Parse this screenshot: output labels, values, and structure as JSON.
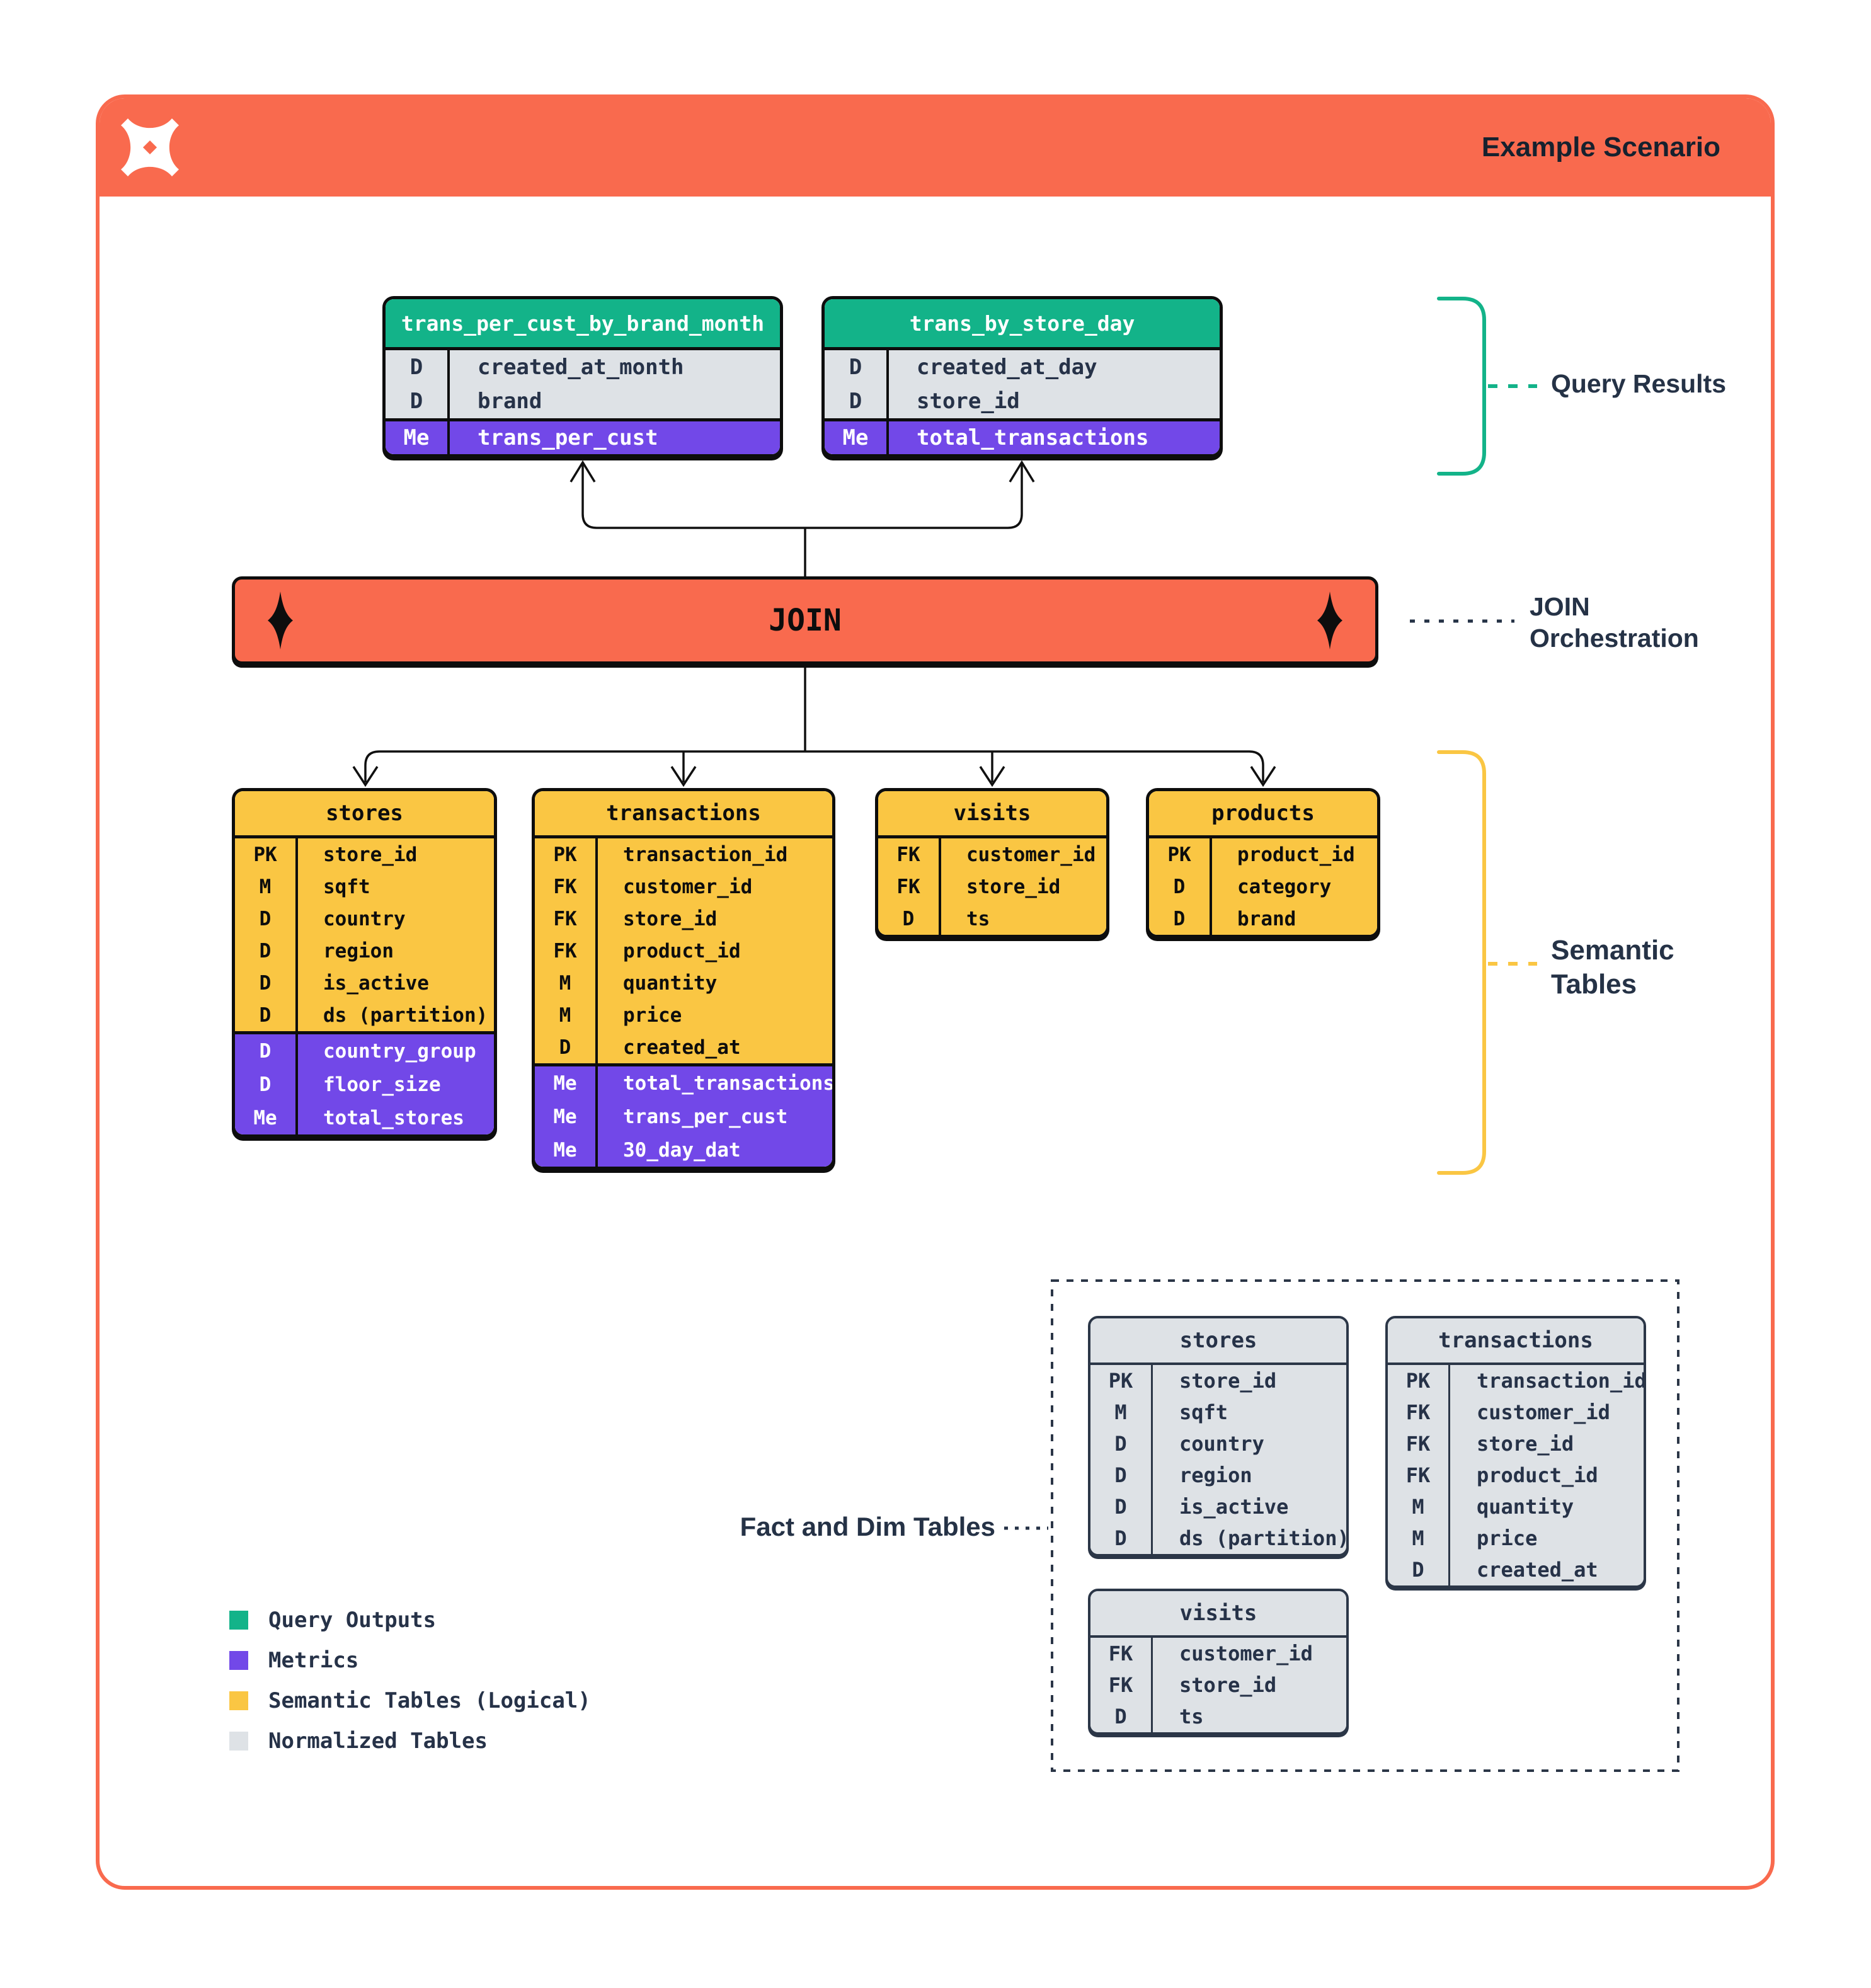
{
  "colors": {
    "orange": "#F96A4E",
    "green": "#13B389",
    "purple": "#7248E8",
    "yellow": "#FAC643",
    "graylight": "#DEE2E6",
    "navy": "#263248",
    "black": "#0D0D0D"
  },
  "header": {
    "title": "Example Scenario",
    "logo": "dremio-mark-icon"
  },
  "join": {
    "label": "JOIN"
  },
  "annotations": {
    "query_results": "Query Results",
    "join_orchestration": "JOIN\nOrchestration",
    "semantic_tables": "Semantic\nTables",
    "fact_dim_tables": "Fact and Dim Tables"
  },
  "query_output_tables": [
    {
      "title": "trans_per_cust_by_brand_month",
      "fields": [
        [
          "D",
          "created_at_month"
        ],
        [
          "D",
          "brand"
        ]
      ],
      "metrics": [
        [
          "Me",
          "trans_per_cust"
        ]
      ]
    },
    {
      "title": "trans_by_store_day",
      "fields": [
        [
          "D",
          "created_at_day"
        ],
        [
          "D",
          "store_id"
        ]
      ],
      "metrics": [
        [
          "Me",
          "total_transactions"
        ]
      ]
    }
  ],
  "semantic_tables": [
    {
      "title": "stores",
      "fields": [
        [
          "PK",
          "store_id"
        ],
        [
          "M",
          "sqft"
        ],
        [
          "D",
          "country"
        ],
        [
          "D",
          "region"
        ],
        [
          "D",
          "is_active"
        ],
        [
          "D",
          "ds (partition)"
        ]
      ],
      "metrics": [
        [
          "D",
          "country_group"
        ],
        [
          "D",
          "floor_size"
        ],
        [
          "Me",
          "total_stores"
        ]
      ]
    },
    {
      "title": "transactions",
      "fields": [
        [
          "PK",
          "transaction_id"
        ],
        [
          "FK",
          "customer_id"
        ],
        [
          "FK",
          "store_id"
        ],
        [
          "FK",
          "product_id"
        ],
        [
          "M",
          "quantity"
        ],
        [
          "M",
          "price"
        ],
        [
          "D",
          "created_at"
        ]
      ],
      "metrics": [
        [
          "Me",
          "total_transactions"
        ],
        [
          "Me",
          "trans_per_cust"
        ],
        [
          "Me",
          "30_day_dat"
        ]
      ]
    },
    {
      "title": "visits",
      "fields": [
        [
          "FK",
          "customer_id"
        ],
        [
          "FK",
          "store_id"
        ],
        [
          "D",
          "ts"
        ]
      ],
      "metrics": []
    },
    {
      "title": "products",
      "fields": [
        [
          "PK",
          "product_id"
        ],
        [
          "D",
          "category"
        ],
        [
          "D",
          "brand"
        ]
      ],
      "metrics": []
    }
  ],
  "normalized_tables": [
    {
      "title": "stores",
      "fields": [
        [
          "PK",
          "store_id"
        ],
        [
          "M",
          "sqft"
        ],
        [
          "D",
          "country"
        ],
        [
          "D",
          "region"
        ],
        [
          "D",
          "is_active"
        ],
        [
          "D",
          "ds (partition)"
        ]
      ],
      "metrics": []
    },
    {
      "title": "transactions",
      "fields": [
        [
          "PK",
          "transaction_id"
        ],
        [
          "FK",
          "customer_id"
        ],
        [
          "FK",
          "store_id"
        ],
        [
          "FK",
          "product_id"
        ],
        [
          "M",
          "quantity"
        ],
        [
          "M",
          "price"
        ],
        [
          "D",
          "created_at"
        ]
      ],
      "metrics": []
    },
    {
      "title": "visits",
      "fields": [
        [
          "FK",
          "customer_id"
        ],
        [
          "FK",
          "store_id"
        ],
        [
          "D",
          "ts"
        ]
      ],
      "metrics": []
    }
  ],
  "legend": [
    {
      "swatch": "green",
      "label": "Query Outputs"
    },
    {
      "swatch": "purple",
      "label": "Metrics"
    },
    {
      "swatch": "yellow",
      "label": "Semantic Tables (Logical)"
    },
    {
      "swatch": "gray",
      "label": "Normalized Tables"
    }
  ]
}
